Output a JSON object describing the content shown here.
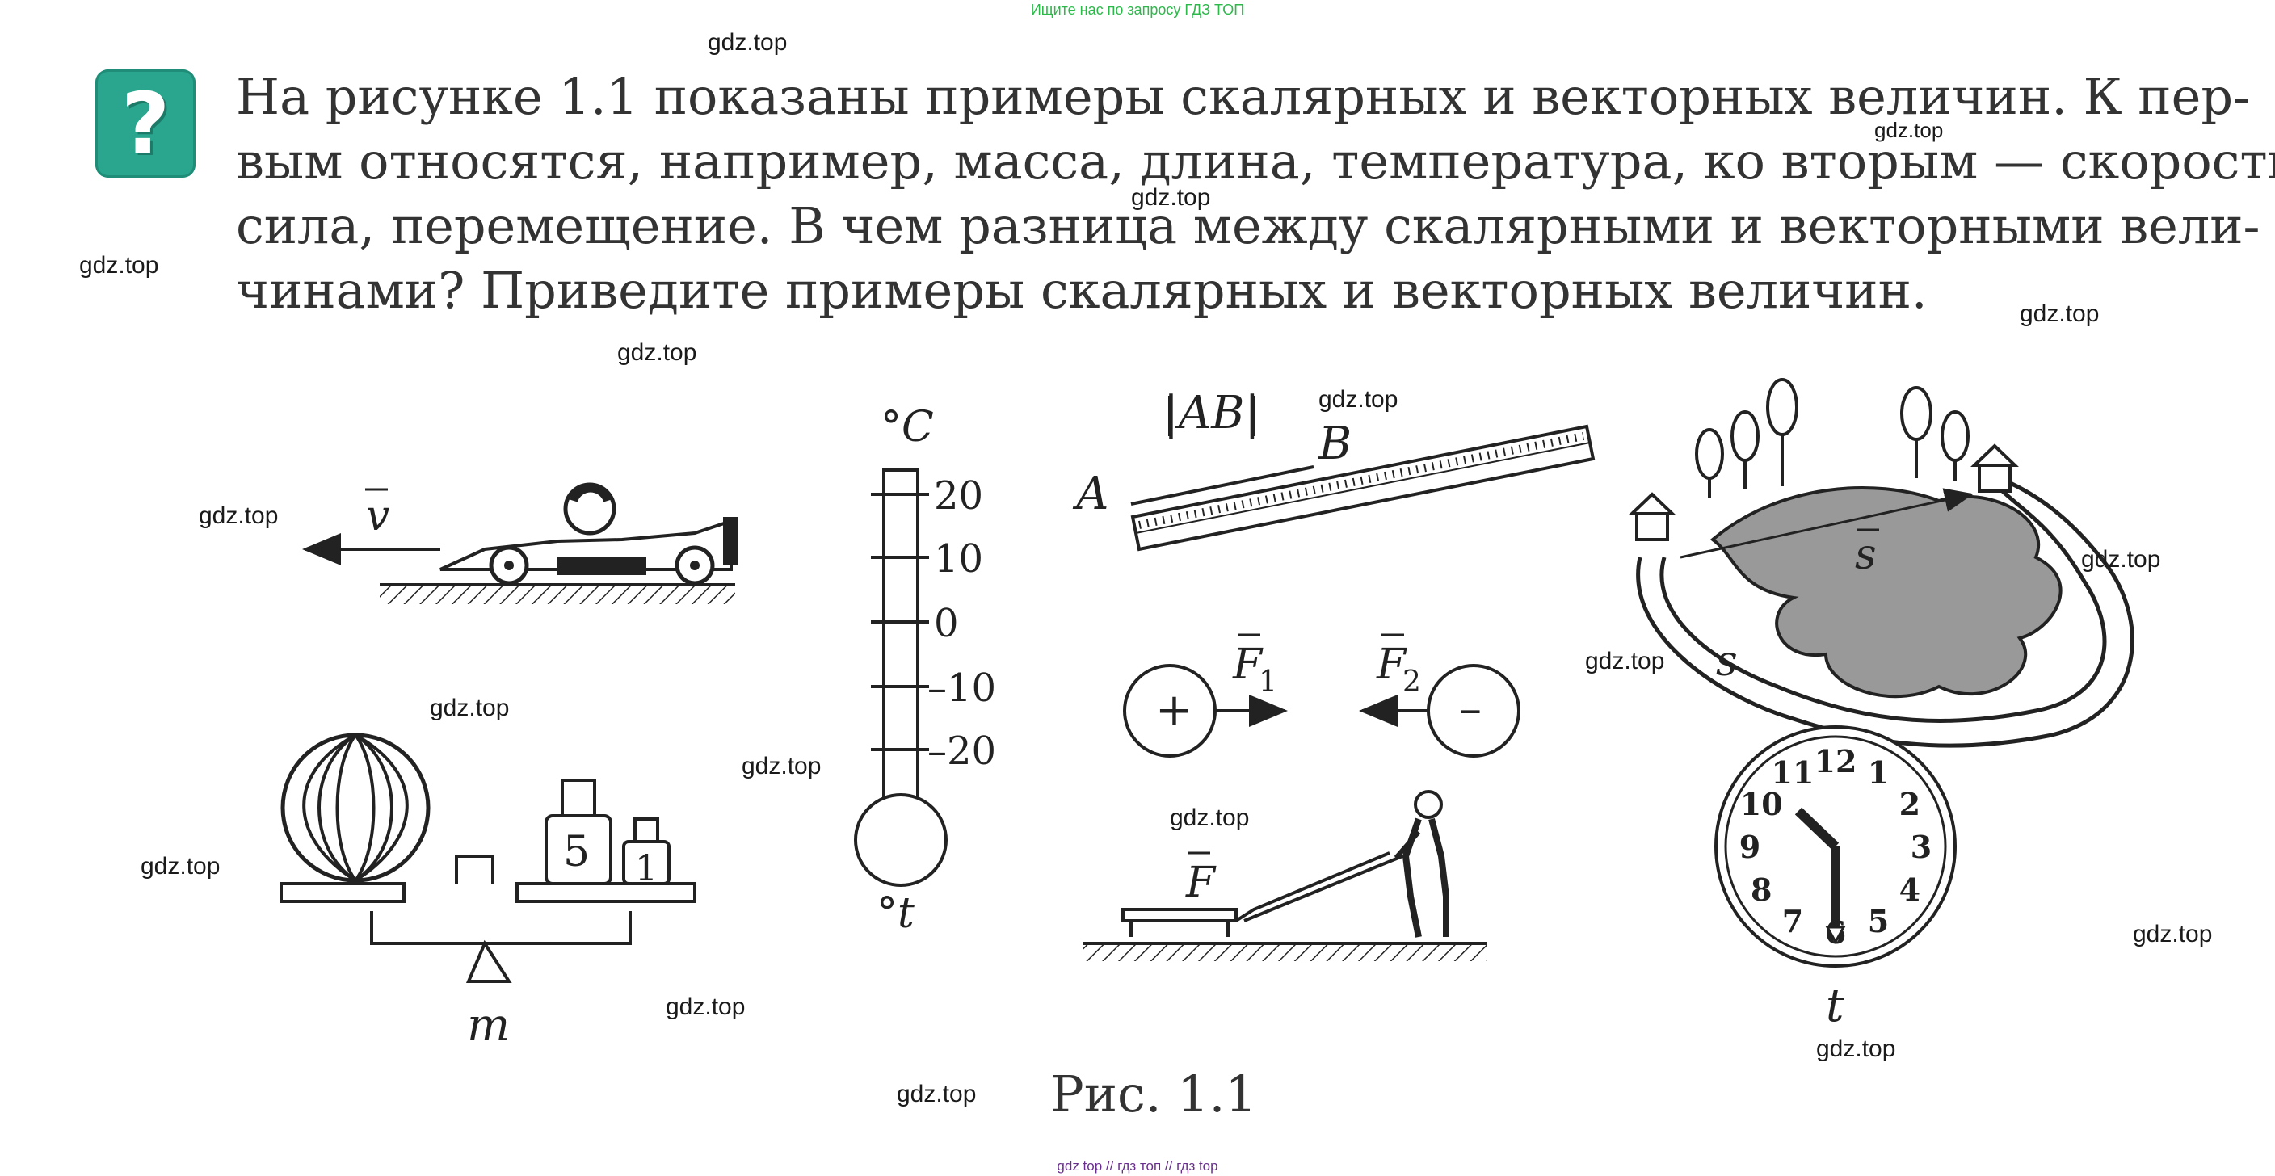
{
  "header": {
    "ad_text": "Ищите нас по запросу ГДЗ ТОП"
  },
  "question": {
    "icon": "question-icon",
    "icon_glyph": "?",
    "accent": "#2aa58e",
    "lines": [
      "На рисунке 1.1 показаны примеры скалярных и векторных величин. К пер-",
      "вым относятся, например, масса, длина, температура, ко вторым — скорость,",
      "сила, перемещение. В чем разница между скалярными и векторными вели-",
      "чинами? Приведите примеры скалярных и векторных величин."
    ]
  },
  "figure": {
    "car": {
      "label": "v"
    },
    "thermometer": {
      "unit": "°C",
      "ticks": [
        "20",
        "10",
        "0",
        "–10",
        "–20"
      ],
      "bottom_label": "°t"
    },
    "ruler": {
      "label_a": "A",
      "label_b": "B",
      "length_label": "|AB|"
    },
    "charges": {
      "f1": "F",
      "f1_sub": "1",
      "f2": "F",
      "f2_sub": "2",
      "plus": "+",
      "minus": "–"
    },
    "scale": {
      "weight1": "5",
      "weight2": "1",
      "label": "m"
    },
    "sled": {
      "label": "F"
    },
    "path": {
      "displacement": "s",
      "distance": "s"
    },
    "clock": {
      "numbers": [
        "12",
        "1",
        "2",
        "3",
        "4",
        "5",
        "6",
        "7",
        "8",
        "9",
        "10",
        "11"
      ],
      "label": "t"
    },
    "caption": "Рис. 1.1"
  },
  "watermarks": [
    "gdz.top",
    "gdz.top",
    "gdz.top",
    "gdz.top",
    "gdz.top",
    "gdz.top",
    "gdz.top",
    "gdz.top",
    "gdz.top",
    "gdz.top",
    "gdz.top",
    "gdz.top",
    "gdz.top",
    "gdz.top",
    "gdz.top",
    "gdz.top",
    "gdz.top",
    "gdz.top"
  ],
  "footer": {
    "links": "gdz top  //  гдз топ  //  гдз top"
  }
}
